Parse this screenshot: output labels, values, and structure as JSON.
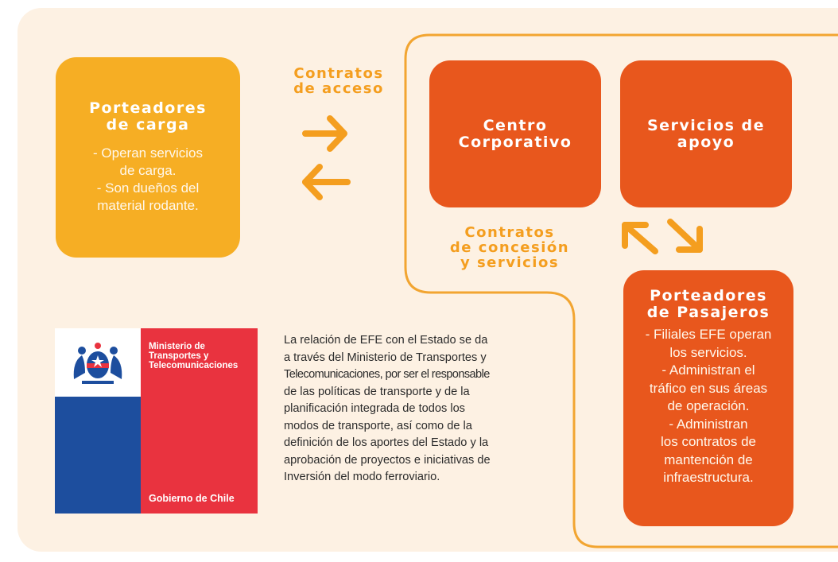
{
  "colors": {
    "background": "#fdf1e3",
    "yellow": "#f6ae24",
    "orange": "#e8571d",
    "arrow": "#f49e1f",
    "outline": "#f2a531",
    "gov_blue": "#1d4e9e",
    "gov_red": "#e9333f"
  },
  "boxes": {
    "carga": {
      "title": [
        "Porteadores",
        "de carga"
      ],
      "desc": [
        "- Operan servicios",
        "de carga.",
        "- Son dueños del",
        "material rodante."
      ]
    },
    "centro": {
      "title": [
        "Centro",
        "Corporativo"
      ]
    },
    "apoyo": {
      "title": [
        "Servicios de",
        "apoyo"
      ]
    },
    "pasajeros": {
      "title": [
        "Porteadores",
        "de Pasajeros"
      ],
      "desc": [
        "- Filiales EFE operan",
        "los servicios.",
        "- Administran el",
        "tráfico en sus áreas",
        "de operación.",
        "- Administran",
        "los contratos de",
        "mantención de",
        "infraestructura."
      ]
    }
  },
  "labels": {
    "acceso": [
      "Contratos",
      "de acceso"
    ],
    "concesion": [
      "Contratos",
      "de concesión",
      "y servicios"
    ]
  },
  "logo": {
    "ministry": [
      "Ministerio de",
      "Transportes y",
      "Telecomunicaciones"
    ],
    "government": "Gobierno de Chile",
    "icon": "coat-of-arms-icon"
  },
  "paragraph": [
    "La relación de EFE con el Estado se da",
    "a través del Ministerio de Transportes y",
    "Telecomunicaciones, por ser el responsable",
    "de las políticas de transporte y de la",
    "planificación integrada de todos los",
    "modos de transporte, así como de la",
    "definición de los aportes del Estado y la",
    "aprobación de proyectos e iniciativas de",
    "Inversión del modo ferroviario."
  ]
}
